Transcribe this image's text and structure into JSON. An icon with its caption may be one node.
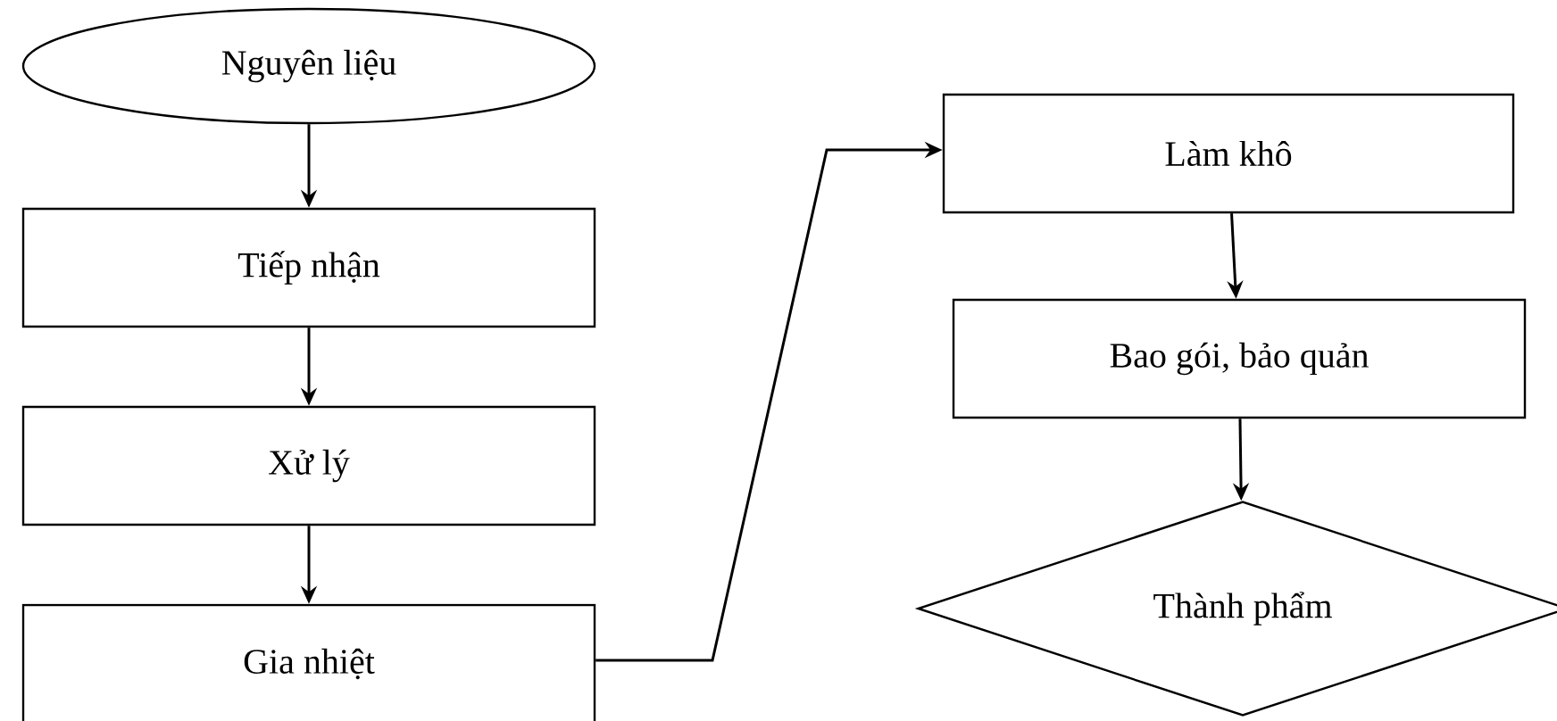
{
  "diagram": {
    "nodes": [
      {
        "text": [
          "Nguyên liệu"
        ]
      },
      {
        "text": [
          "Tiếp nhận"
        ]
      },
      {
        "text": [
          "Xử lý"
        ]
      },
      {
        "text": [
          "Gia nhiệt"
        ]
      },
      {
        "text": [
          "Làm khô"
        ]
      },
      {
        "text": [
          "Bao gói, bảo quản"
        ]
      },
      {
        "text": [
          "Thành phẩm"
        ]
      }
    ],
    "edges": [
      {
        "from": 0,
        "to": 1,
        "arrow": "to"
      },
      {
        "from": 1,
        "to": 2,
        "arrow": "to"
      },
      {
        "from": 2,
        "to": 3,
        "arrow": "to"
      },
      {
        "from": 3,
        "to": 4,
        "arrow": "to"
      },
      {
        "from": 4,
        "to": 5,
        "arrow": "to"
      },
      {
        "from": 5,
        "to": 6,
        "arrow": "to"
      }
    ]
  }
}
